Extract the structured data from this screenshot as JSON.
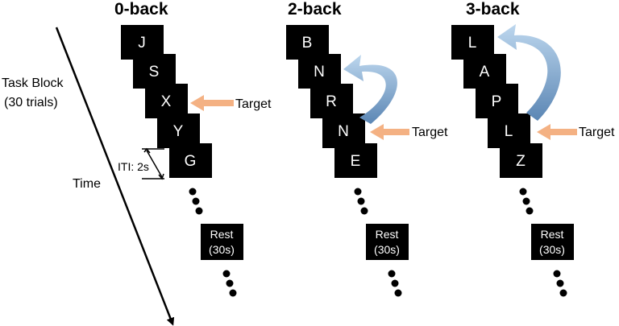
{
  "time_axis": {
    "task_block": "Task Block",
    "trials": "(30 trials)",
    "time": "Time",
    "iti": "ITI: 2s"
  },
  "target_label": "Target",
  "colors": {
    "card": "#000000",
    "target_arrow": "#f4b183",
    "nback_arrow_light": "#bdd7ee",
    "nback_arrow_dark": "#5b86b4"
  },
  "columns": [
    {
      "title": "0-back",
      "letters": [
        "J",
        "S",
        "X",
        "Y",
        "G"
      ],
      "rest": [
        "Rest",
        "(30s)"
      ]
    },
    {
      "title": "2-back",
      "letters": [
        "B",
        "N",
        "R",
        "N",
        "E"
      ],
      "rest": [
        "Rest",
        "(30s)"
      ]
    },
    {
      "title": "3-back",
      "letters": [
        "L",
        "A",
        "P",
        "L",
        "Z"
      ],
      "rest": [
        "Rest",
        "(30s)"
      ]
    }
  ]
}
